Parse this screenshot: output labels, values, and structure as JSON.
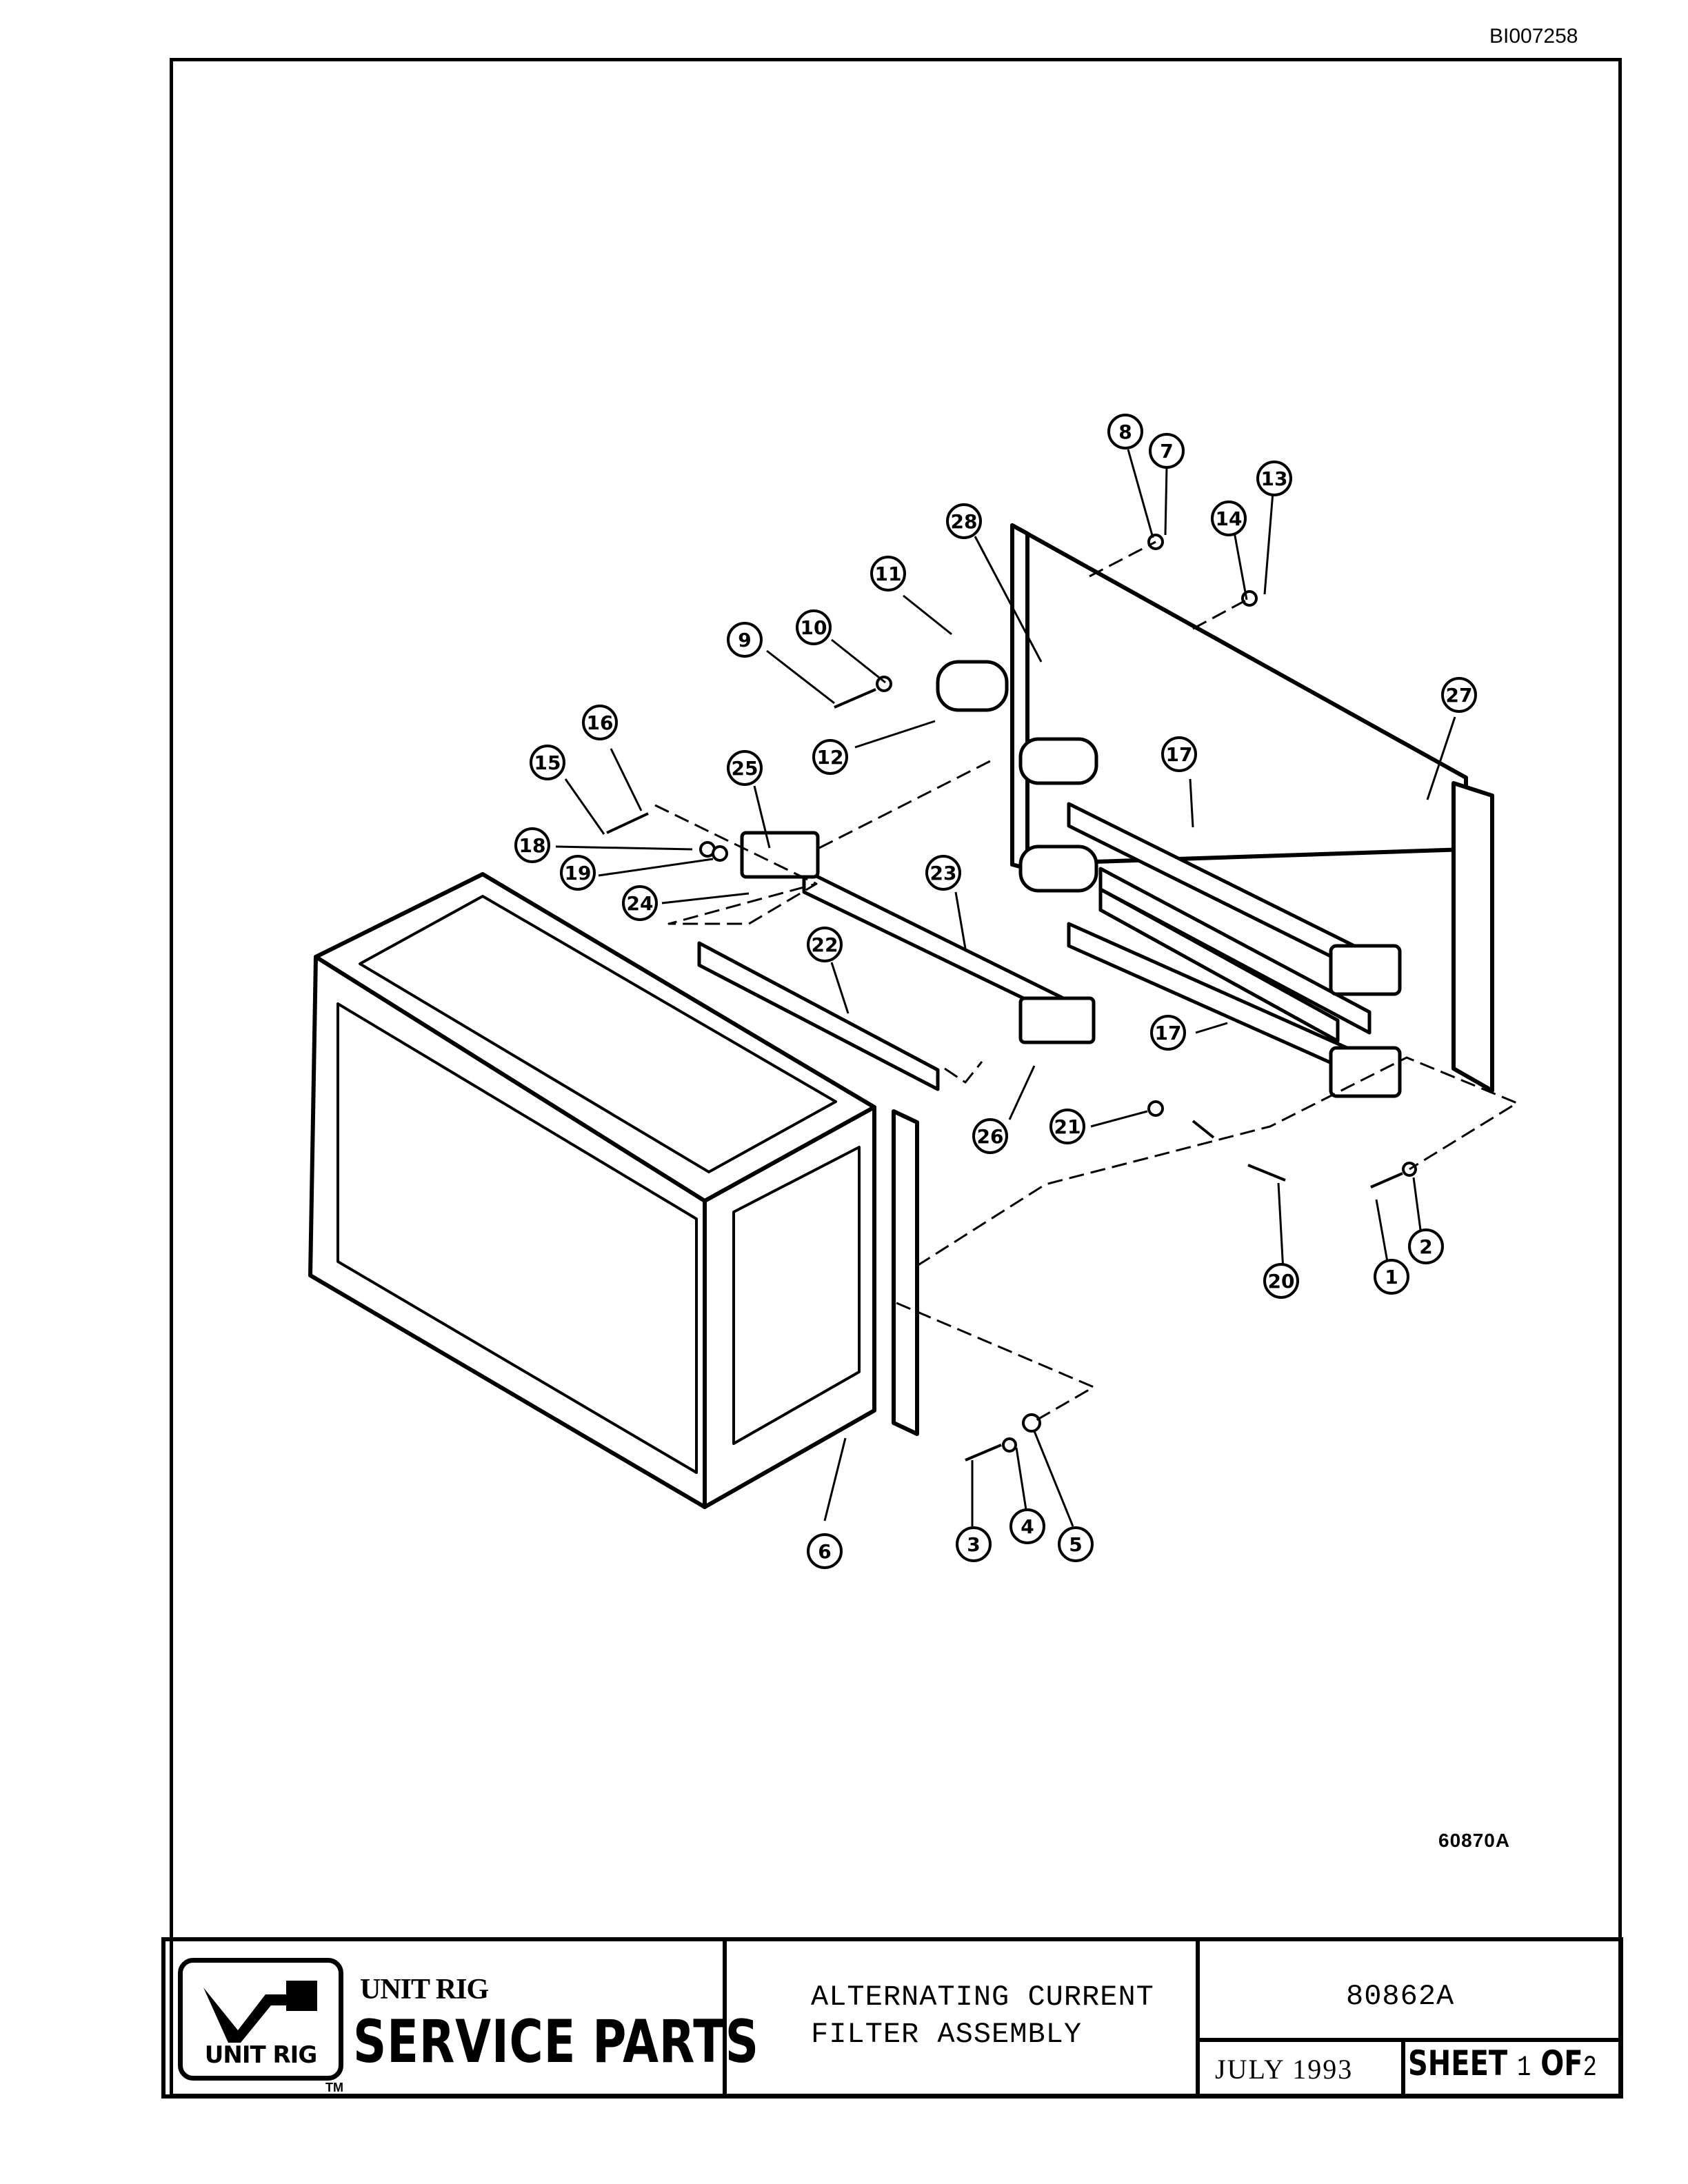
{
  "header": {
    "doc_id": "BI007258"
  },
  "drawing": {
    "number": "60870A",
    "callouts": [
      "1",
      "2",
      "3",
      "4",
      "5",
      "6",
      "7",
      "8",
      "9",
      "10",
      "11",
      "12",
      "13",
      "14",
      "15",
      "16",
      "17",
      "17",
      "18",
      "19",
      "20",
      "21",
      "22",
      "23",
      "24",
      "25",
      "26",
      "27",
      "28"
    ]
  },
  "title_block": {
    "logo_text": "UNIT RIG",
    "trademark": "TM",
    "brand": "UNIT RIG",
    "service_parts": "SERVICE PARTS",
    "title_line1": "ALTERNATING CURRENT",
    "title_line2": "FILTER ASSEMBLY",
    "part_number": "80862A",
    "date": "JULY 1993",
    "sheet_label": "SHEET",
    "sheet_num": "1",
    "of_label": "OF",
    "sheet_total": "2"
  }
}
